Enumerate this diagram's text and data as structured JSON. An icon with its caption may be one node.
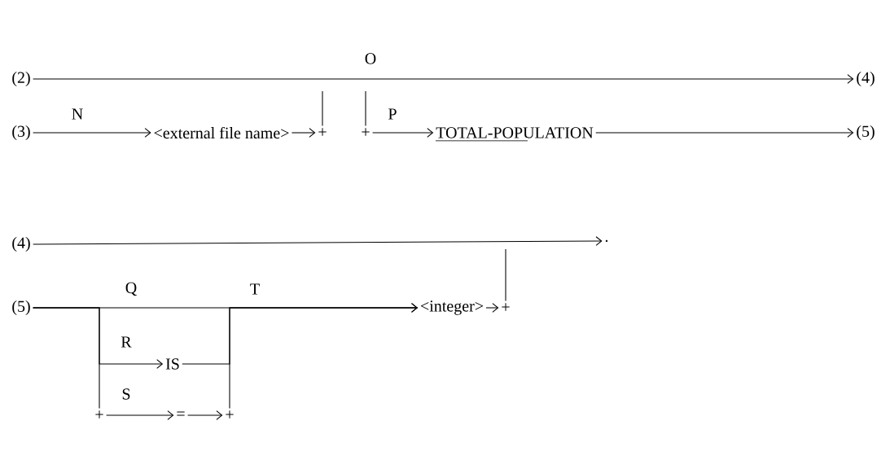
{
  "diagram": {
    "nodes": [
      {
        "text": [
          "(2)"
        ]
      },
      {
        "text": [
          "(4)"
        ]
      },
      {
        "text": [
          "(3)"
        ]
      },
      {
        "text": [
          "<external file name>"
        ]
      },
      {
        "text": [
          "+"
        ]
      },
      {
        "text": [
          "+"
        ]
      },
      {
        "text": [
          "TOTAL-POPULATION"
        ]
      },
      {
        "text": [
          "(5)"
        ]
      },
      {
        "text": [
          "(4)"
        ]
      },
      {
        "text": [
          "."
        ]
      },
      {
        "text": [
          "(5)"
        ]
      },
      {
        "text": [
          "<integer>"
        ]
      },
      {
        "text": [
          "+"
        ]
      },
      {
        "text": [
          "IS"
        ]
      },
      {
        "text": [
          "="
        ]
      },
      {
        "text": [
          "+"
        ]
      },
      {
        "text": [
          "+"
        ]
      }
    ],
    "edges": [
      {
        "from": 0,
        "to": 1,
        "arrow": "to",
        "label": "O"
      },
      {
        "from": 2,
        "to": 3,
        "arrow": "to",
        "label": "N"
      },
      {
        "from": 3,
        "to": 4,
        "arrow": "to"
      },
      {
        "from": 4,
        "to": null,
        "arrow": "none"
      },
      {
        "from": null,
        "to": 5,
        "arrow": "none"
      },
      {
        "from": 5,
        "to": 6,
        "arrow": "to",
        "label": "P"
      },
      {
        "from": 6,
        "to": 7,
        "arrow": "to"
      },
      {
        "from": 8,
        "to": 9,
        "arrow": "to"
      },
      {
        "from": 10,
        "to": 11,
        "arrow": "to",
        "label": "Q"
      },
      {
        "from": 11,
        "to": 12,
        "arrow": "to"
      },
      {
        "from": 12,
        "to": null,
        "arrow": "none"
      },
      {
        "from": 10,
        "to": 13,
        "arrow": "to",
        "label": "R"
      },
      {
        "from": 13,
        "to": 11,
        "arrow": "to"
      },
      {
        "from": 10,
        "to": 15,
        "arrow": "none"
      },
      {
        "from": 15,
        "to": 14,
        "arrow": "to",
        "label": "S"
      },
      {
        "from": 14,
        "to": 16,
        "arrow": "to"
      },
      {
        "from": 16,
        "to": 11,
        "arrow": "none"
      }
    ],
    "labels": [
      "T"
    ]
  }
}
